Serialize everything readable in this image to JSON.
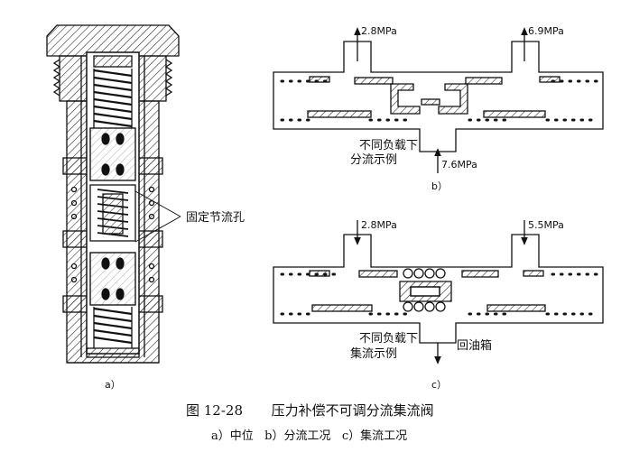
{
  "figure": {
    "number": "图 12-28",
    "title": "压力补偿不可调分流集流阀",
    "subcaption": "a）中位   b）分流工况   c）集流工况"
  },
  "panel_a": {
    "label": "a）",
    "callout": "固定节流孔"
  },
  "panel_b": {
    "label": "b）",
    "pressure_left": "2.8MPa",
    "pressure_right": "6.9MPa",
    "pressure_bottom": "7.6MPa",
    "note_line1": "不同负载下",
    "note_line2": "分流示例"
  },
  "panel_c": {
    "label": "c）",
    "pressure_left": "2.8MPa",
    "pressure_right": "5.5MPa",
    "note_line1": "不同负载下",
    "note_line2": "集流示例",
    "return_label": "回油箱"
  }
}
